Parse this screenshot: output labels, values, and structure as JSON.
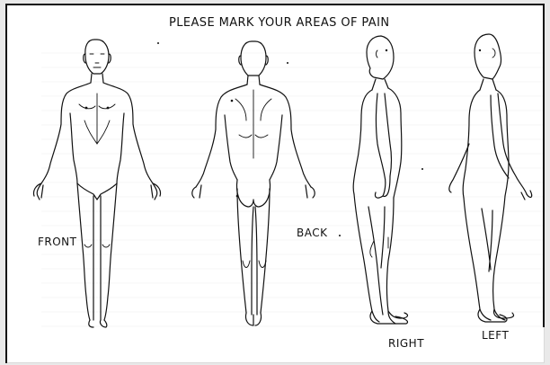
{
  "title": "PLEASE MARK YOUR AREAS OF PAIN",
  "views": {
    "front": "FRONT",
    "back": "BACK",
    "right": "RIGHT",
    "left": "LEFT"
  }
}
